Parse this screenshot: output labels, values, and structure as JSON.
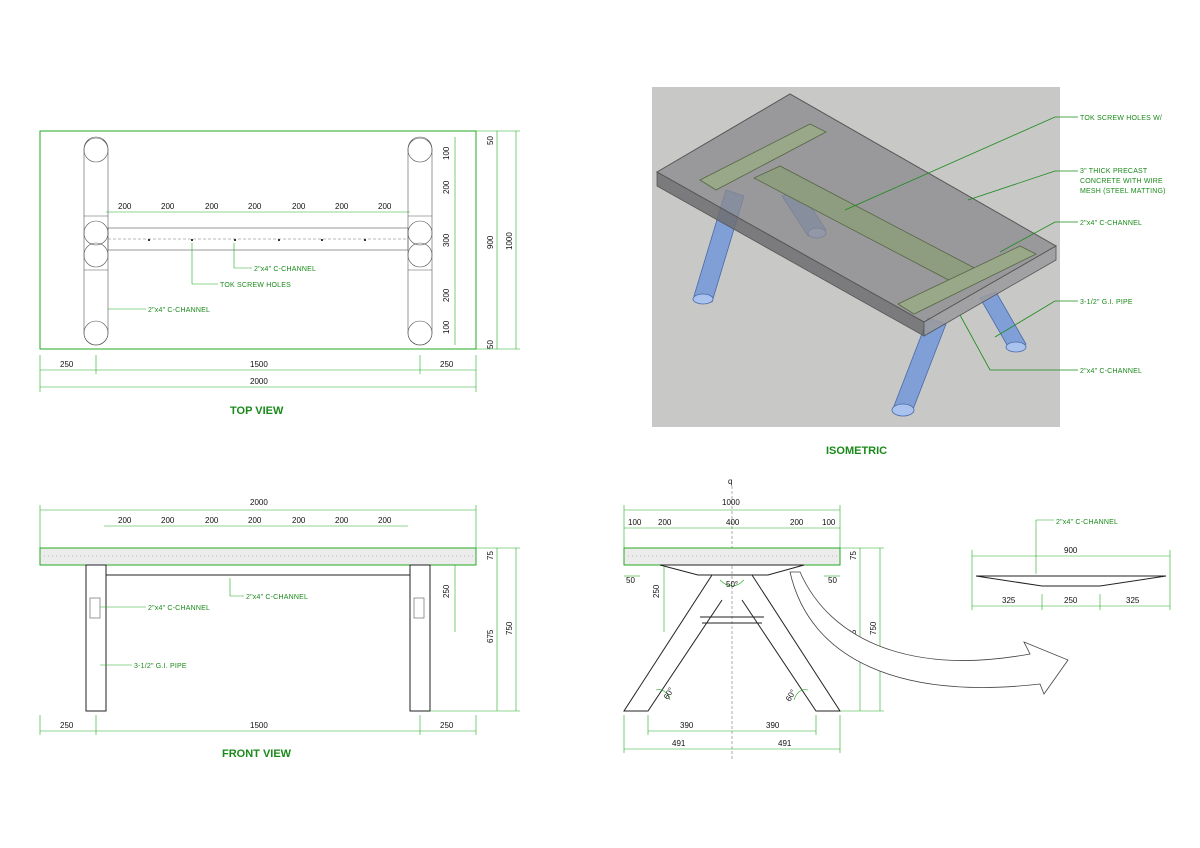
{
  "views": {
    "top_title": "TOP VIEW",
    "iso_title": "ISOMETRIC",
    "front_title": "FRONT VIEW"
  },
  "top": {
    "label_c_channel_center": "2\"x4\" C-CHANNEL",
    "label_screw_holes": "TOK SCREW HOLES",
    "label_c_channel_left": "2\"x4\" C-CHANNEL",
    "spacing_200": "200",
    "dim_250": "250",
    "dim_1500": "1500",
    "dim_2000": "2000",
    "right_dims": [
      "100",
      "200",
      "300",
      "200",
      "100"
    ],
    "dim_50": "50",
    "dim_900": "900",
    "dim_1000": "1000"
  },
  "iso": {
    "callouts": [
      "TOK SCREW HOLES W/",
      "3\" THICK PRECAST",
      "CONCRETE WITH WIRE",
      "MESH (STEEL MATTING)",
      "2\"x4\" C-CHANNEL",
      "3-1/2\" G.I. PIPE",
      "2\"x4\" C-CHANNEL"
    ]
  },
  "front": {
    "dim_2000": "2000",
    "spacing_200": "200",
    "label_c_channel_a": "2\"x4\" C-CHANNEL",
    "label_c_channel_b": "2\"x4\" C-CHANNEL",
    "label_pipe": "3-1/2\" G.I. PIPE",
    "dim_250_side": "250",
    "dim_675": "675",
    "dim_750": "750",
    "dim_75": "75",
    "dim_250_left": "250",
    "dim_1500": "1500",
    "dim_250_right": "250"
  },
  "side": {
    "centerline_mark": "q",
    "dim_1000": "1000",
    "top_dims": [
      "100",
      "200",
      "400",
      "200",
      "100"
    ],
    "dim_75": "75",
    "dim_50_left": "50",
    "dim_50_right": "50",
    "dim_250": "250",
    "angle_50": "50°",
    "dim_675": "675",
    "dim_750": "750",
    "angle_60_left": "60°",
    "angle_60_right": "60°",
    "dim_390_left": "390",
    "dim_390_right": "390",
    "dim_491_left": "491",
    "dim_491_right": "491"
  },
  "detail": {
    "label_c_channel": "2\"x4\" C-CHANNEL",
    "dim_900": "900",
    "dims": [
      "325",
      "250",
      "325"
    ]
  }
}
